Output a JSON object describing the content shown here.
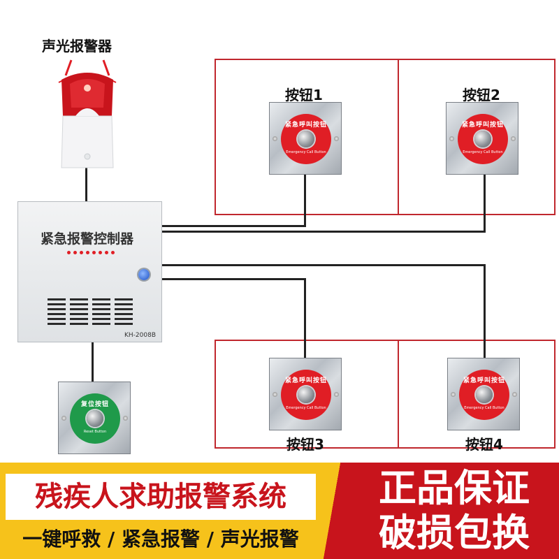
{
  "alarm": {
    "title": "声光报警器"
  },
  "controller": {
    "title": "紧急报警控制器",
    "model": "KH-2008B"
  },
  "buttons": [
    {
      "label": "按钮1",
      "plate_top": "紧急呼叫按钮",
      "plate_bottom": "Emergency Call Button"
    },
    {
      "label": "按钮2",
      "plate_top": "紧急呼叫按钮",
      "plate_bottom": "Emergency Call Button"
    },
    {
      "label": "按钮3",
      "plate_top": "紧急呼叫按钮",
      "plate_bottom": "Emergency Call Button"
    },
    {
      "label": "按钮4",
      "plate_top": "紧急呼叫按钮",
      "plate_bottom": "Emergency Call Button"
    }
  ],
  "reset_button": {
    "plate_top": "复位按钮",
    "plate_bottom": "Reset Button"
  },
  "banner": {
    "title": "残疾人求助报警系统",
    "subtitle": "一键呼救 / 紧急报警 / 声光报警",
    "promo_line1": "正品保证",
    "promo_line2": "破损包换"
  },
  "colors": {
    "room_border": "#c0272d",
    "banner_yellow": "#f6c21b",
    "banner_red": "#c8141c",
    "button_red": "#e01e25",
    "reset_green": "#1f9a4a"
  }
}
